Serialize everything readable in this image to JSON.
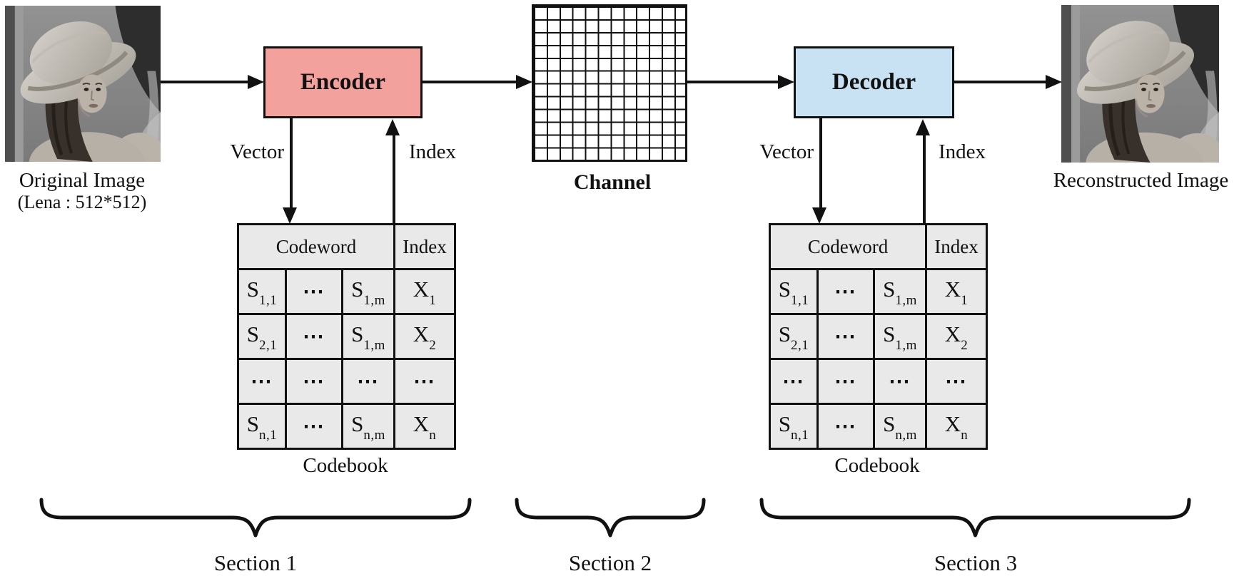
{
  "figure": {
    "title_semantics": "Vector quantization image transmission diagram",
    "original_image": {
      "caption": "Original Image",
      "subcaption": "(Lena : 512*512)",
      "photo": "lena-grayscale-photo"
    },
    "reconstructed_image": {
      "caption": "Reconstructed Image",
      "photo": "lena-grayscale-photo"
    },
    "encoder": {
      "label": "Encoder",
      "fill": "#f2a19c"
    },
    "decoder": {
      "label": "Decoder",
      "fill": "#c9e2f3"
    },
    "channel": {
      "label": "Channel",
      "grid_rows": 12,
      "grid_cols": 12
    },
    "flow_labels": {
      "vector": "Vector",
      "index": "Index"
    },
    "codebook": {
      "caption": "Codebook",
      "header": {
        "codeword": "Codeword",
        "index": "Index"
      },
      "rows": [
        [
          {
            "t": "S",
            "sub": "1,1"
          },
          {
            "t": "⋯"
          },
          {
            "t": "S",
            "sub": "1,m"
          },
          {
            "t": "X",
            "sub": "1"
          }
        ],
        [
          {
            "t": "S",
            "sub": "2,1"
          },
          {
            "t": "⋯"
          },
          {
            "t": "S",
            "sub": "1,m"
          },
          {
            "t": "X",
            "sub": "2"
          }
        ],
        [
          {
            "t": "⋯"
          },
          {
            "t": "⋯"
          },
          {
            "t": "⋯"
          },
          {
            "t": "⋯"
          }
        ],
        [
          {
            "t": "S",
            "sub": "n,1"
          },
          {
            "t": "⋯"
          },
          {
            "t": "S",
            "sub": "n,m"
          },
          {
            "t": "X",
            "sub": "n"
          }
        ]
      ]
    },
    "sections": [
      {
        "label": "Section 1"
      },
      {
        "label": "Section 2"
      },
      {
        "label": "Section 3"
      }
    ],
    "colors": {
      "line": "#111111",
      "table_cell": "#e9e9e9",
      "encoder_fill": "#f2a19c",
      "decoder_fill": "#c9e2f3"
    }
  }
}
